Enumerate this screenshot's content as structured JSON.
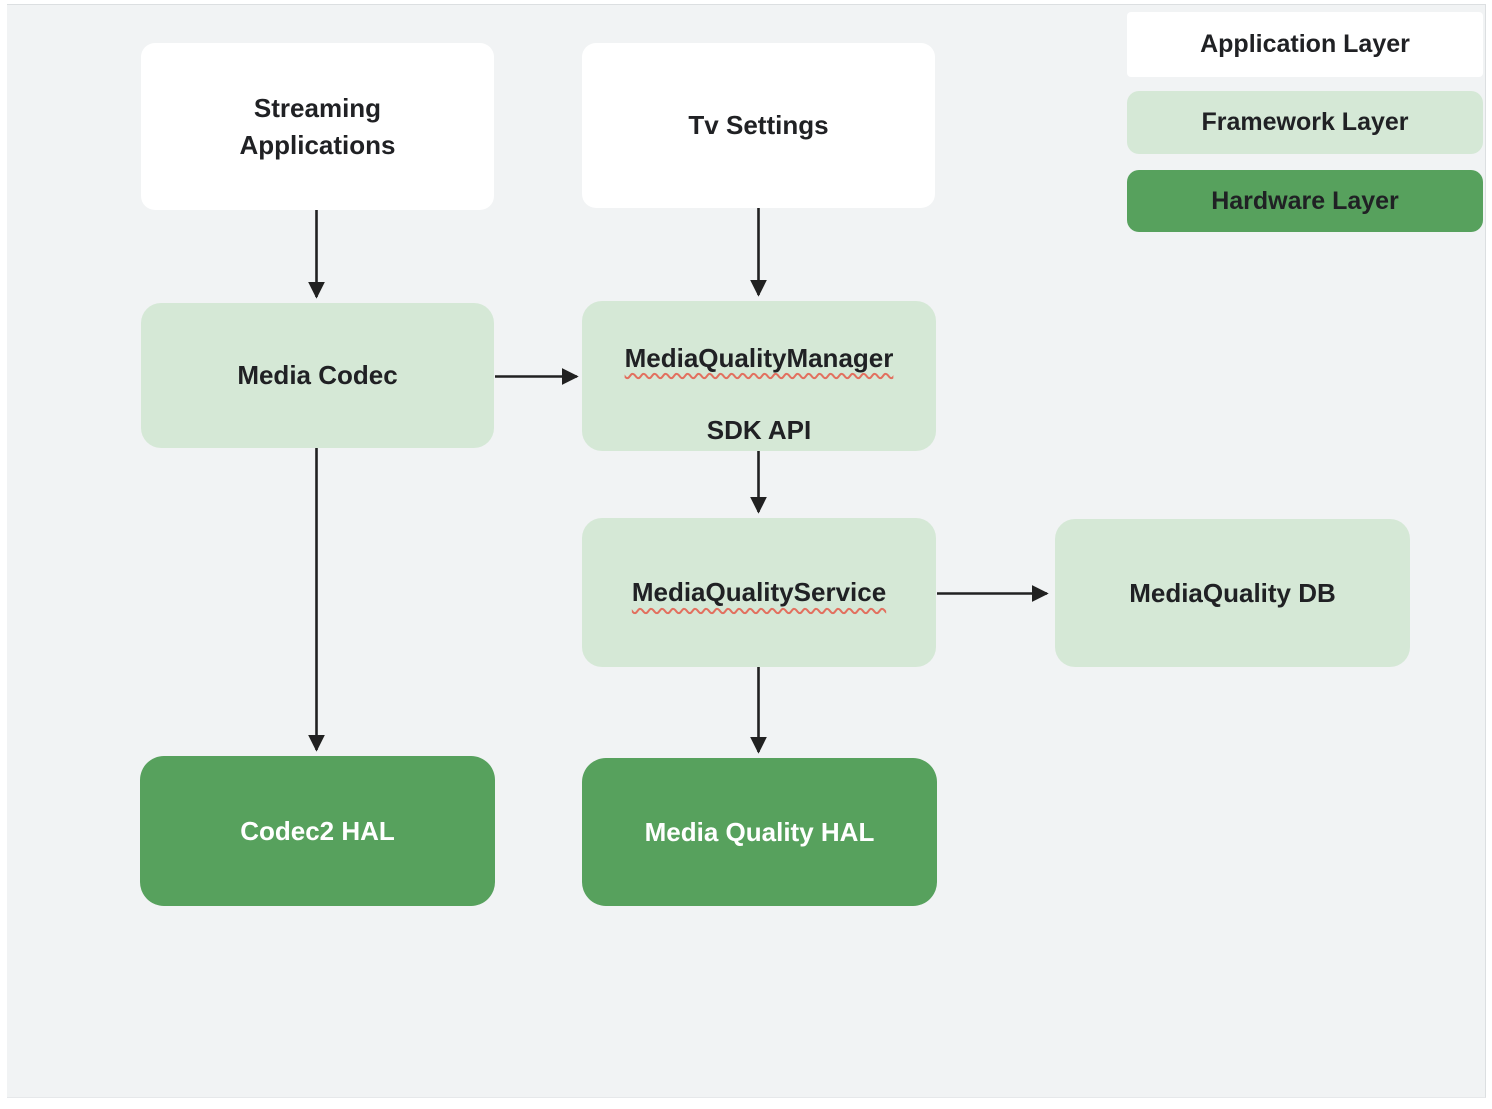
{
  "colors": {
    "page_bg": "#ffffff",
    "canvas_bg": "#f1f3f4",
    "app_fill": "#ffffff",
    "framework_fill": "#d5e8d6",
    "hardware_fill": "#57a15d",
    "text_dark": "#202124",
    "text_light": "#ffffff",
    "arrow": "#212121",
    "squiggle": "#e2705f"
  },
  "legend": {
    "items": [
      {
        "id": "application",
        "label": "Application Layer"
      },
      {
        "id": "framework",
        "label": "Framework Layer"
      },
      {
        "id": "hardware",
        "label": "Hardware Layer"
      }
    ]
  },
  "nodes": {
    "streaming_applications": {
      "label": "Streaming\nApplications",
      "layer": "application"
    },
    "tv_settings": {
      "label": "Tv Settings",
      "layer": "application"
    },
    "media_codec": {
      "label": "Media Codec",
      "layer": "framework"
    },
    "media_quality_manager": {
      "line1": "MediaQualityManager",
      "line2": "SDK API",
      "layer": "framework",
      "spellcheck_underline": "line1"
    },
    "media_quality_service": {
      "label": "MediaQualityService",
      "layer": "framework",
      "spellcheck_underline": "label"
    },
    "media_quality_db": {
      "label": "MediaQuality DB",
      "layer": "framework"
    },
    "codec2_hal": {
      "label": "Codec2 HAL",
      "layer": "hardware"
    },
    "media_quality_hal": {
      "label": "Media Quality HAL",
      "layer": "hardware"
    }
  },
  "edges": [
    {
      "from": "Streaming Applications",
      "to": "Media Codec"
    },
    {
      "from": "Tv Settings",
      "to": "MediaQualityManager SDK API"
    },
    {
      "from": "Media Codec",
      "to": "MediaQualityManager SDK API"
    },
    {
      "from": "MediaQualityManager SDK API",
      "to": "MediaQualityService"
    },
    {
      "from": "MediaQualityService",
      "to": "MediaQuality DB"
    },
    {
      "from": "MediaQualityService",
      "to": "Media Quality HAL"
    },
    {
      "from": "Media Codec",
      "to": "Codec2 HAL"
    }
  ]
}
